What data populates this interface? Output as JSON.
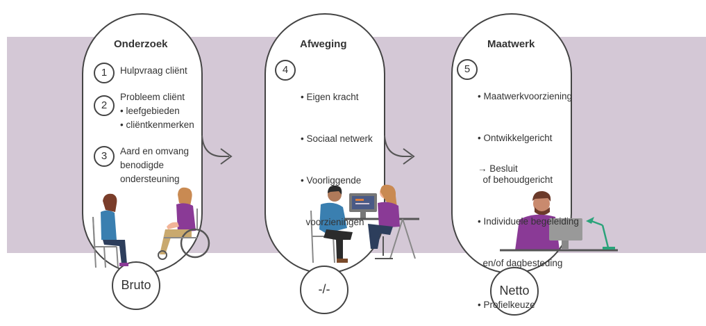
{
  "columns": [
    {
      "title": "Onderzoek",
      "steps": [
        {
          "number": "1",
          "lines": [
            "Hulpvraag cliënt"
          ]
        },
        {
          "number": "2",
          "lines": [
            "Probleem cliënt",
            "• leefgebieden",
            "• cliëntkenmerken"
          ]
        },
        {
          "number": "3",
          "lines": [
            "Aard en omvang",
            "benodigde",
            "ondersteuning"
          ]
        }
      ],
      "bottom_label": "Bruto"
    },
    {
      "title": "Afweging",
      "steps": [
        {
          "number": "4",
          "lines": [
            "• Eigen kracht",
            "• Sociaal netwerk",
            "• Voorliggende",
            "  voorzieningen"
          ]
        }
      ],
      "bottom_label": "-/-"
    },
    {
      "title": "Maatwerk",
      "steps": [
        {
          "number": "5",
          "lines": [
            "• Maatwerkvoorziening",
            "• Ontwikkelgericht",
            "  of behoudgericht",
            "• Individuele begeleiding",
            "  en/of dagbesteding",
            "• Profielkeuze"
          ]
        }
      ],
      "result": "→ Besluit",
      "bottom_label": "Netto"
    }
  ],
  "colors": {
    "band": "#d4c8d6",
    "outline": "#444444",
    "purple": "#8a3a96",
    "teal_lamp": "#2aa37a"
  }
}
